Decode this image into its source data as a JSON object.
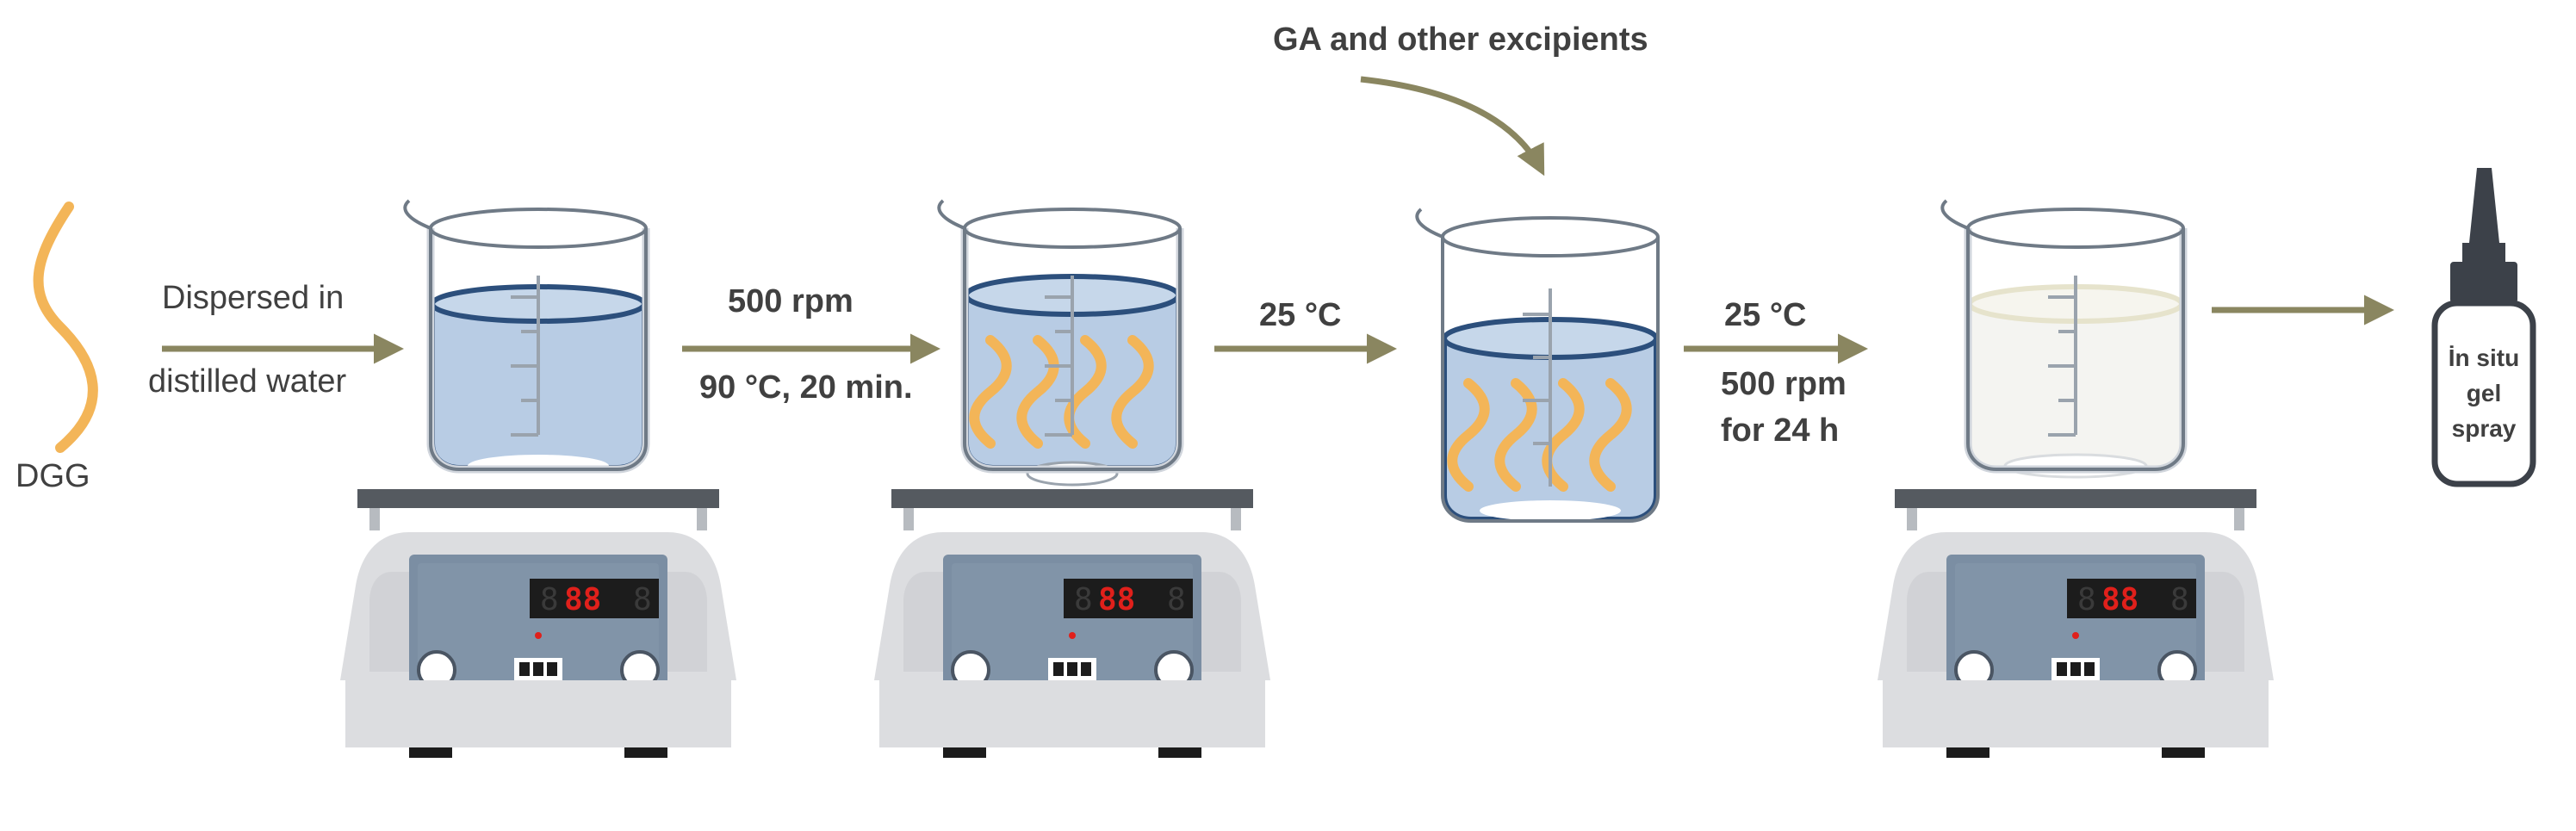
{
  "labels": {
    "dgg": "DGG",
    "step1_line1": "Dispersed in",
    "step1_line2": "distilled water",
    "step2_line1": "500  rpm",
    "step2_line2": "90 °C, 20  min.",
    "step3": "25 °C",
    "additive": "GA and other excipients",
    "step4_line1": "25 °C",
    "step4_line2": "500 rpm",
    "step4_line3": "for 24 h",
    "bottle_line1": "İn situ",
    "bottle_line2": "gel",
    "bottle_line3": "spray"
  },
  "colors": {
    "arrow": "#8a8660",
    "fiber": "#f3b558",
    "water": "#b8cce4",
    "water_rim": "#2c4f7c",
    "clear_liquid": "#e6e3cc",
    "glass": "#d5dbe2",
    "stirrer_body": "#dcdde0",
    "stirrer_panel": "#7b8ea3",
    "display_red": "#e0201b",
    "text": "#404040"
  }
}
